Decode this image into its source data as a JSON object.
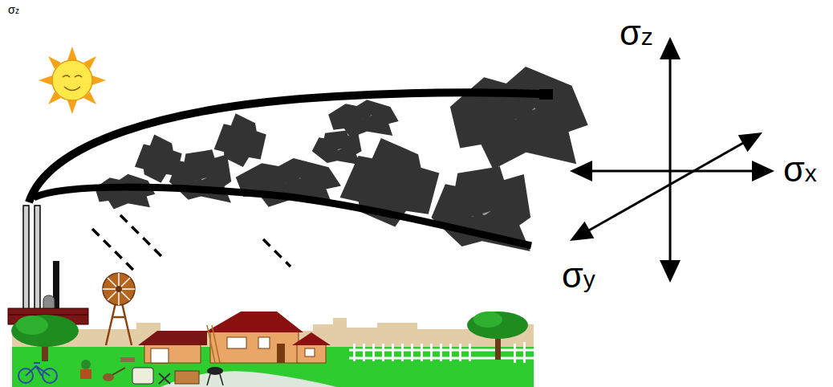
{
  "diagram": {
    "labels": [
      "σz",
      "σz",
      "σx",
      "σy"
    ]
  }
}
